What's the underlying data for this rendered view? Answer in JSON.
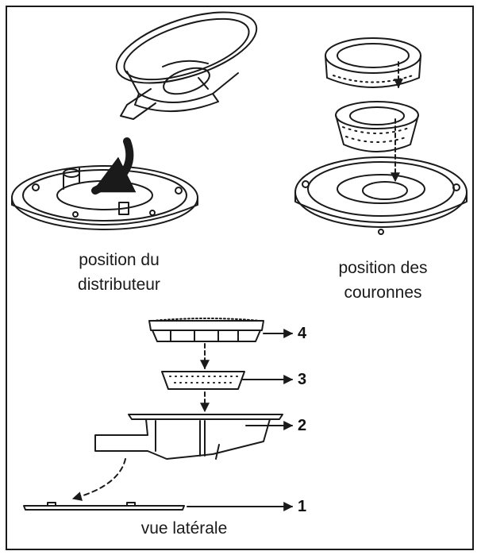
{
  "captions": {
    "distributor": [
      "position du",
      "distributeur"
    ],
    "crowns": [
      "position des",
      "couronnes"
    ],
    "side": "vue latérale"
  },
  "part_numbers": [
    "4",
    "3",
    "2",
    "1"
  ],
  "colors": {
    "line": "#1a1a1a",
    "background": "#ffffff"
  }
}
